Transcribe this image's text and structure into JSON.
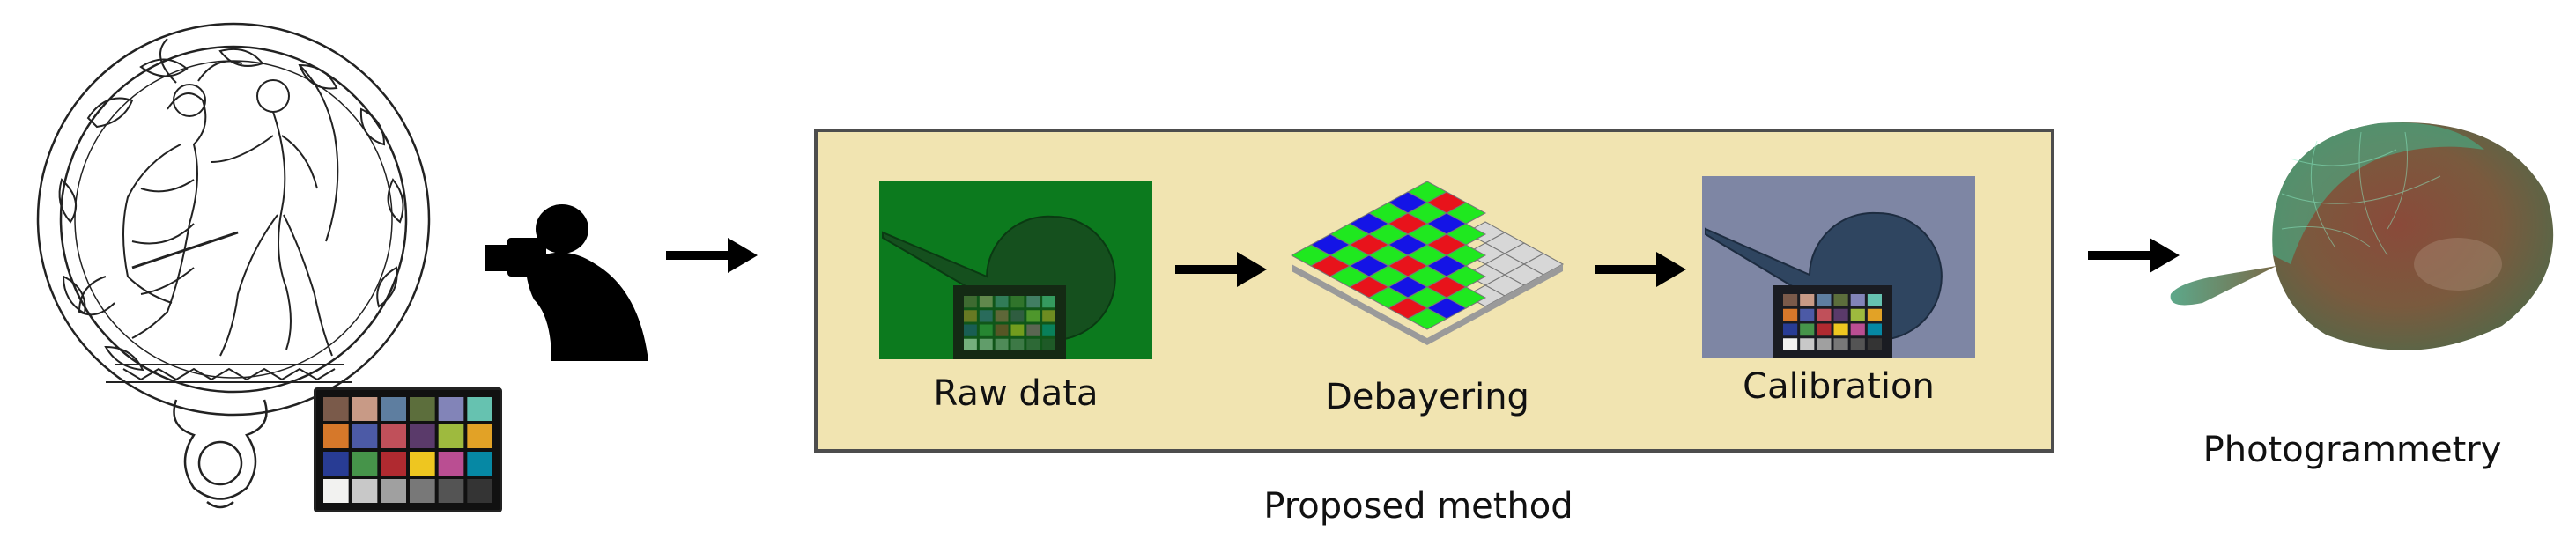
{
  "steps": {
    "raw": "Raw data",
    "debayer": "Debayering",
    "calib": "Calibration",
    "photogrammetry": "Photogrammetry"
  },
  "box_caption": "Proposed method",
  "colors": {
    "panel_fill": "#f1e4b1",
    "panel_border": "#4d4d4d",
    "bayer_red": "#e8131b",
    "bayer_green": "#1fe81f",
    "bayer_blue": "#1414e6",
    "raw_bg": "#0c7a1e",
    "calib_bg": "#7e86a4"
  },
  "color_checker": [
    [
      "#7a5a4a",
      "#c89a86",
      "#5e7ea0",
      "#5c6e3c",
      "#8284b8",
      "#66c2b0"
    ],
    [
      "#d6782a",
      "#4c5aa6",
      "#c0505a",
      "#5a3a6a",
      "#9eba3e",
      "#e2a226"
    ],
    [
      "#283c94",
      "#46944a",
      "#b02a30",
      "#eec620",
      "#ba4e92",
      "#0688a4"
    ],
    [
      "#f2f2f0",
      "#c8c8c8",
      "#a0a0a0",
      "#787878",
      "#545454",
      "#343434"
    ]
  ]
}
